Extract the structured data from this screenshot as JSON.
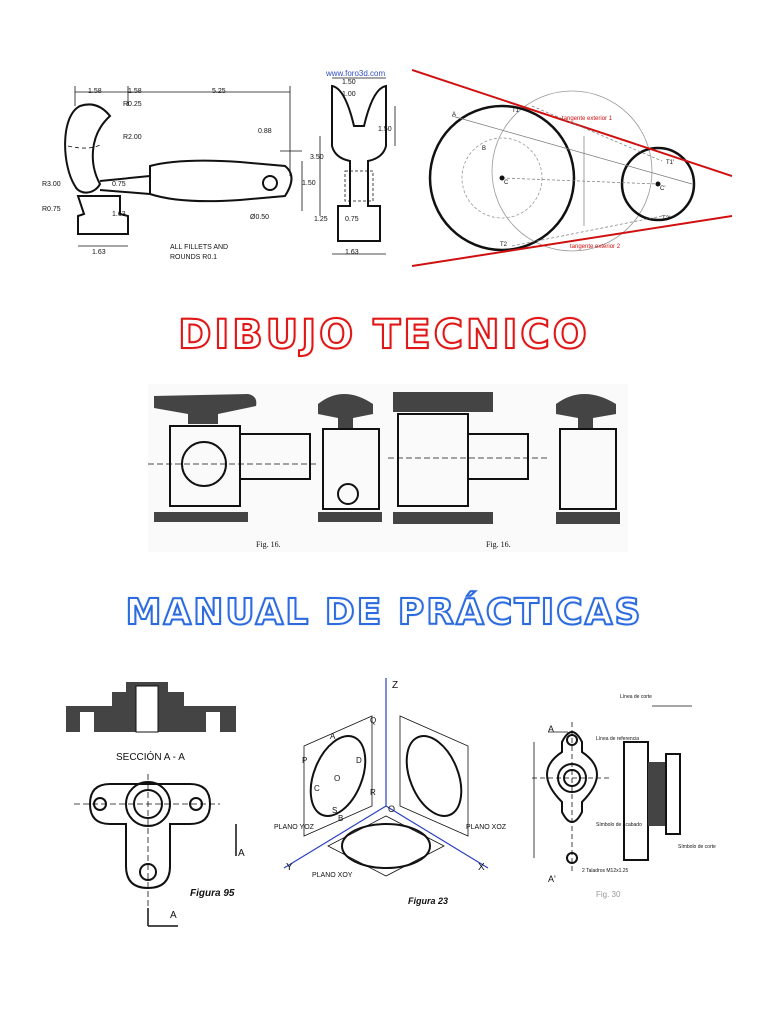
{
  "titles": {
    "main": "DIBUJO TECNICO",
    "sub": "MANUAL DE PRÁCTICAS"
  },
  "colors": {
    "main_title": "#e01515",
    "sub_title": "#2c6ae0",
    "tangent_lines": "#d01010",
    "axis_lines": "#2a3fc0"
  },
  "hammer_drawing": {
    "watermark": "www.foro3d.com",
    "dims": [
      "1.58",
      "1.58",
      "5.25",
      "1.50",
      "1.00",
      "R0.25",
      "R2.00",
      "0.88",
      "3.50",
      "1.50",
      "1.50",
      "R3.00",
      "0.75",
      "R0.75",
      "1.63",
      "Ø0.50",
      "1.25",
      "0.75",
      "1.63",
      "1.63"
    ],
    "note_line1": "ALL FILLETS AND",
    "note_line2": "ROUNDS R0.1"
  },
  "tangent_drawing": {
    "label1": "tangente exterior 1",
    "label2": "tangente exterior 2",
    "points": [
      "T1",
      "T2",
      "T1'",
      "T2'",
      "A",
      "B",
      "C",
      "C'"
    ]
  },
  "valve_drawing": {
    "fig_a": "Fig. 16.",
    "fig_b": "Fig. 16."
  },
  "bracket_drawing": {
    "section": "SECCIÓN A - A",
    "cut_a1": "A",
    "cut_a2": "A",
    "caption": "Figura 95"
  },
  "isometric_drawing": {
    "axes": [
      "Z",
      "Y",
      "X",
      "O"
    ],
    "plane_yoz": "PLANO YOZ",
    "plane_xoz": "PLANO XOZ",
    "plane_xoy": "PLANO XOY",
    "caption": "Figura 23",
    "points": [
      "P",
      "Q",
      "R",
      "S",
      "A",
      "B",
      "C",
      "D",
      "O"
    ]
  },
  "part_drawing": {
    "label_a1": "A",
    "label_a2": "A'",
    "caption": "Fig. 30",
    "notes": [
      "Línea de corte",
      "Línea de referencia",
      "Símbolo de acabado",
      "2 Taladros M12x1.25",
      "Símbolo de corte"
    ]
  }
}
